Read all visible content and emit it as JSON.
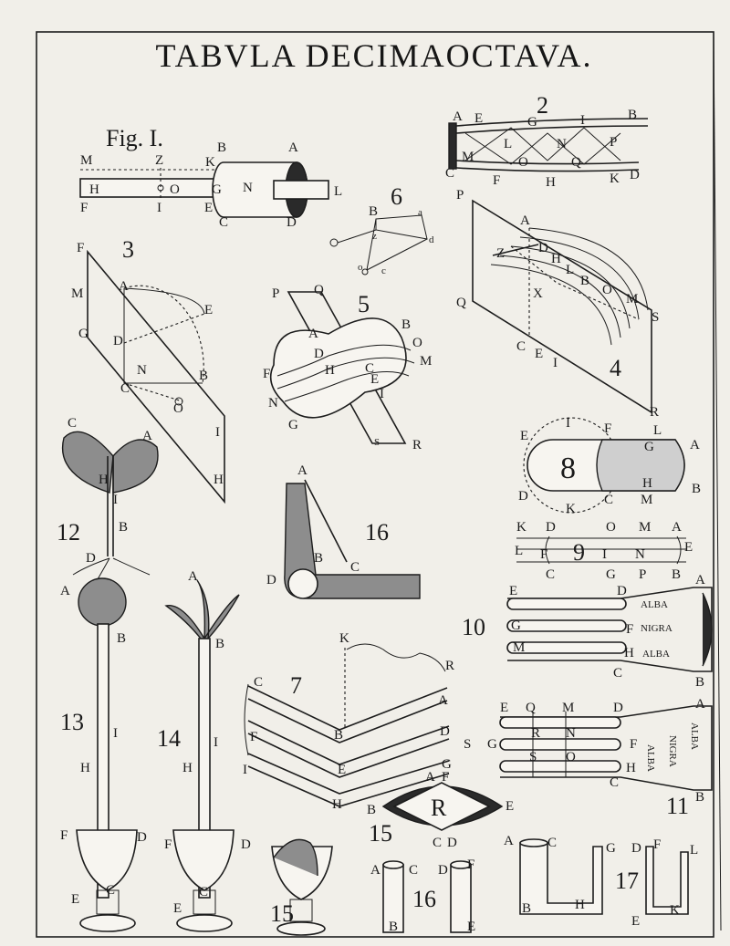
{
  "title": "TABVLA DECIMAOCTAVA.",
  "fig1": {
    "label": "Fig. I.",
    "letters": [
      "M",
      "Z",
      "K",
      "B",
      "A",
      "H",
      "O",
      "G",
      "N",
      "L",
      "F",
      "I",
      "E",
      "C",
      "D"
    ]
  },
  "fig2": {
    "number": "2",
    "letters": [
      "A",
      "E",
      "G",
      "I",
      "B",
      "L",
      "N",
      "P",
      "M",
      "O",
      "Q",
      "C",
      "F",
      "H",
      "K",
      "D"
    ]
  },
  "fig3": {
    "number": "3",
    "letters": [
      "F",
      "M",
      "A",
      "E",
      "G",
      "D",
      "N",
      "B",
      "C",
      "O",
      "I",
      "H"
    ]
  },
  "fig4": {
    "number": "4",
    "letters": [
      "P",
      "A",
      "Z",
      "D",
      "H",
      "L",
      "B",
      "O",
      "M",
      "X",
      "S",
      "Q",
      "C",
      "E",
      "I",
      "R"
    ]
  },
  "fig5": {
    "number": "5",
    "letters": [
      "P",
      "Q",
      "A",
      "B",
      "D",
      "O",
      "M",
      "H",
      "C",
      "F",
      "E",
      "I",
      "N",
      "G",
      "S",
      "R"
    ]
  },
  "fig6": {
    "number": "6",
    "letters": [
      "B",
      "a",
      "z",
      "d",
      "o",
      "c"
    ]
  },
  "fig7": {
    "number": "7",
    "letters": [
      "K",
      "R",
      "C",
      "A",
      "B",
      "D",
      "F",
      "S",
      "E",
      "G",
      "I",
      "H"
    ]
  },
  "fig8": {
    "number": "8",
    "letters": [
      "I",
      "F",
      "L",
      "E",
      "G",
      "A",
      "H",
      "D",
      "K",
      "C",
      "M",
      "B"
    ]
  },
  "fig9": {
    "number": "9",
    "letters": [
      "K",
      "D",
      "O",
      "M",
      "A",
      "L",
      "F",
      "I",
      "N",
      "E",
      "C",
      "G",
      "P",
      "B"
    ]
  },
  "fig10": {
    "number": "10",
    "letters": [
      "E",
      "D",
      "A",
      "G",
      "F",
      "M",
      "H",
      "C",
      "B"
    ],
    "words": [
      "ALBA",
      "NIGRA",
      "ALBA"
    ]
  },
  "fig11": {
    "number": "11",
    "letters": [
      "E",
      "Q",
      "M",
      "D",
      "A",
      "G",
      "R",
      "N",
      "F",
      "S",
      "O",
      "H",
      "C",
      "B"
    ],
    "words": [
      "ALBA",
      "NIGRA",
      "ALBA"
    ]
  },
  "fig12": {
    "number": "12",
    "letters": [
      "C",
      "A",
      "H",
      "I",
      "B",
      "D"
    ]
  },
  "fig13": {
    "number": "13",
    "letters": [
      "A",
      "B",
      "I",
      "H",
      "F",
      "D",
      "E",
      "C"
    ]
  },
  "fig14": {
    "number": "14",
    "letters": [
      "A",
      "B",
      "I",
      "H",
      "F",
      "D",
      "E",
      "C"
    ]
  },
  "fig15": {
    "number": "15",
    "letters": [
      "A",
      "F",
      "B",
      "R",
      "E",
      "C",
      "D"
    ]
  },
  "fig15b": {
    "number": "15"
  },
  "fig16": {
    "number": "16",
    "letters": [
      "A",
      "B",
      "C",
      "D"
    ]
  },
  "fig16b": {
    "number": "16",
    "letters": [
      "A",
      "C",
      "D",
      "F",
      "B",
      "E"
    ]
  },
  "fig17": {
    "number": "17",
    "letters": [
      "A",
      "C",
      "G",
      "D",
      "F",
      "L",
      "B",
      "H",
      "E",
      "K"
    ]
  }
}
